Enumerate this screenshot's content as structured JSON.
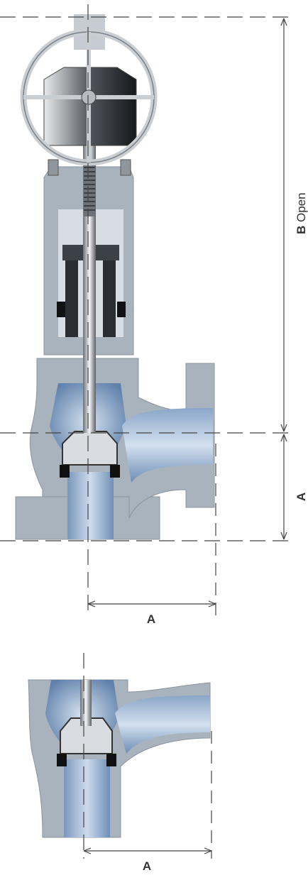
{
  "labels": {
    "dim_b_bold": "B",
    "dim_b_text": " Open",
    "dim_a_side": "A",
    "dim_a_bottom_top": "A",
    "dim_a_bottom_lower": "A"
  },
  "colors": {
    "body_metal": "#a9b3bd",
    "body_shadow": "#7d8893",
    "fluid_blue": "#6f8fb6",
    "fluid_light": "#b9cce0",
    "dark_part": "#2a2e33",
    "handwheel": "#c9ced3",
    "dim_line": "#444444"
  }
}
